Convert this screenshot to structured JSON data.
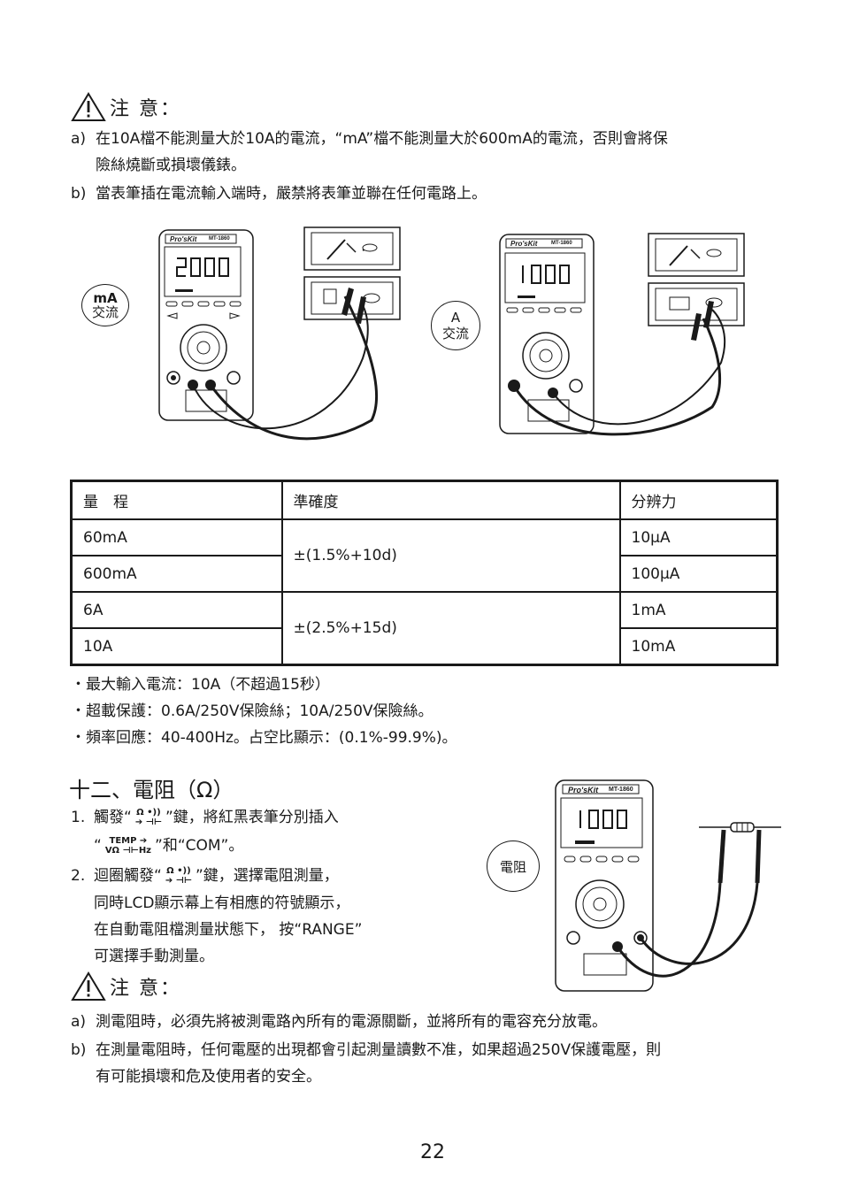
{
  "warning1": {
    "title": "注 意：",
    "items": [
      {
        "label": "a)",
        "line1": "在10A檔不能測量大於10A的電流，“mA”檔不能測量大於600mA的電流，否則會將保",
        "line2": "險絲燒斷或損壞儀錶。"
      },
      {
        "label": "b)",
        "line1": "當表筆插在電流輸入端時，嚴禁將表筆並聯在任何電路上。"
      }
    ]
  },
  "figure_left": {
    "brand": "Pro'sKit",
    "model": "MT-1860",
    "display": "2000",
    "callout_line1": "mA",
    "callout_line2": "交流"
  },
  "figure_right": {
    "brand": "Pro'sKit",
    "model": "MT-1860",
    "display": "1000",
    "callout_line1": "A",
    "callout_line2": "交流"
  },
  "table": {
    "headers": [
      "量　程",
      "準確度",
      "分辨力"
    ],
    "rows": [
      {
        "range": "60mA",
        "resolution": "10μA"
      },
      {
        "range": "600mA",
        "resolution": "100μA"
      },
      {
        "range": "6A",
        "resolution": "1mA"
      },
      {
        "range": "10A",
        "resolution": "10mA"
      }
    ],
    "accuracy_groups": [
      "±(1.5%+10d)",
      "±(2.5%+15d)"
    ]
  },
  "notes": [
    "・最大輸入電流：10A（不超過15秒）",
    "・超載保護：0.6A/250V保險絲；10A/250V保險絲。",
    "・頻率回應：40-400Hz。占空比顯示：(0.1%-99.9%)。"
  ],
  "section12": {
    "title": "十二、電阻（Ω）",
    "step1_num": "1.",
    "step1_pre": "觸發“",
    "step1_sym_top": "Ω •))",
    "step1_sym_bottom": "➔ ⊣⊢",
    "step1_post": "”鍵，將紅黑表筆分別插入",
    "step1b_pre": "“",
    "step1b_sym_top": "TEMP ➔",
    "step1b_sym_bottom": "VΩ ⊣⊢Hz",
    "step1b_post": "”和“COM”。",
    "step2_num": "2.",
    "step2_pre": "迴圈觸發“",
    "step2_post": "”鍵，選擇電阻測量，",
    "step2_line2": "同時LCD顯示幕上有相應的符號顯示，",
    "step2_line3": "在自動電阻檔測量狀態下， 按“RANGE”",
    "step2_line4": "可選擇手動測量。",
    "callout": "電阻",
    "meter_display": "1000",
    "meter_brand": "Pro'sKit",
    "meter_model": "MT-1860"
  },
  "warning2": {
    "title": "注 意：",
    "items": [
      {
        "label": "a)",
        "line1": "測電阻時，必須先將被測電路內所有的電源關斷，並將所有的電容充分放電。"
      },
      {
        "label": "b)",
        "line1": "在測量電阻時，任何電壓的出現都會引起測量讀數不准，如果超過250V保護電壓，則",
        "line2": "有可能損壞和危及使用者的安全。"
      }
    ]
  },
  "page_number": "22"
}
